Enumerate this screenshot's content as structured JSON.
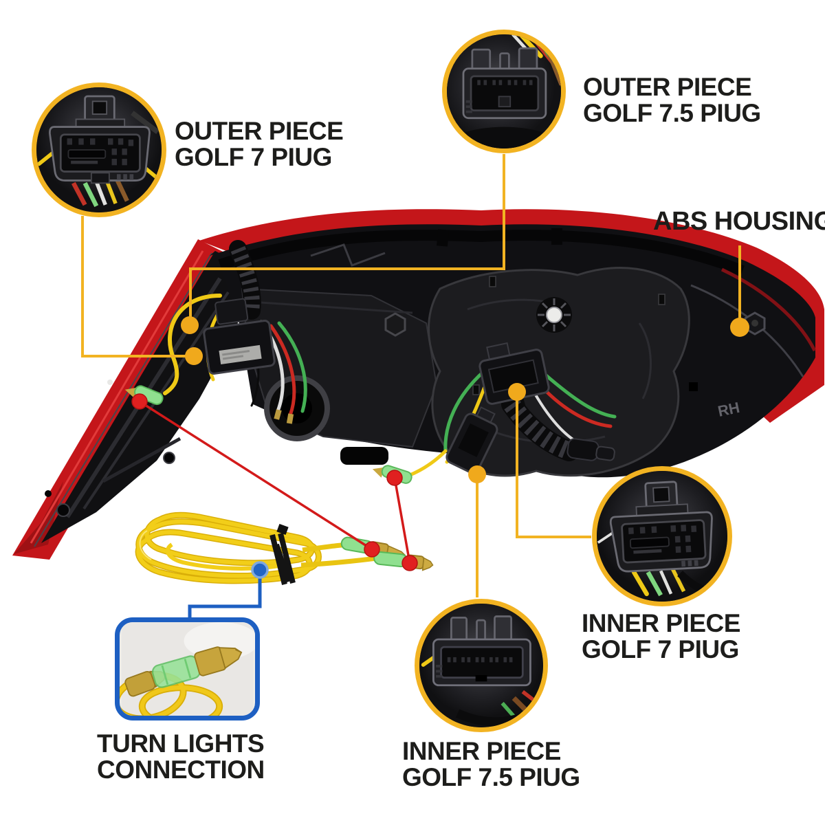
{
  "figure": {
    "type": "product-annotation-diagram",
    "subject": "Car tail light assembly rear view with wiring harness and connector callouts"
  },
  "callouts": {
    "outer_golf7": {
      "line1": "OUTER PIECE",
      "line2": "GOLF 7 PIUG"
    },
    "outer_golf75": {
      "line1": "OUTER PIECE",
      "line2": "GOLF 7.5 PIUG"
    },
    "abs_housing": {
      "line1": "ABS HOUSING"
    },
    "inner_golf7": {
      "line1": "INNER PIECE",
      "line2": "GOLF 7 PIUG"
    },
    "inner_golf75": {
      "line1": "INNER PIECE",
      "line2": "GOLF 7.5 PIUG"
    },
    "turn_lights": {
      "line1": "TURN LIGHTS",
      "line2": "CONNECTION"
    }
  },
  "photo": {
    "rh_marking": "RH"
  },
  "colors": {
    "callout_yellow": "#F2B322",
    "leader_red": "#D31A1A",
    "turn_blue": "#1D5FC2",
    "label_text": "#1D1D1B",
    "lens_red": "#C4161A",
    "wire_yellow": "#EFC916",
    "sleeve_green": "#8FE08F",
    "brass": "#C9A83F",
    "background": "#FFFFFF"
  }
}
